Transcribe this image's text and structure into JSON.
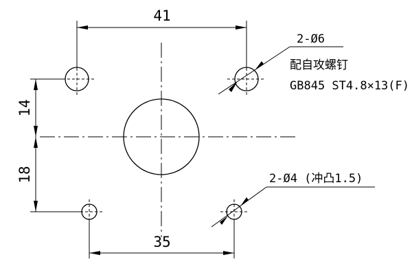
{
  "dimensions": {
    "top": "41",
    "bottom": "35",
    "left_upper": "14",
    "left_lower": "18"
  },
  "callouts": {
    "upper_holes": {
      "qty_size": "2-Ø6",
      "line2": "配自攻螺钉",
      "line3": "GB845 ST4.8×13(F)"
    },
    "lower_holes": {
      "qty_size": "2-Ø4 (冲凸1.5)"
    }
  }
}
